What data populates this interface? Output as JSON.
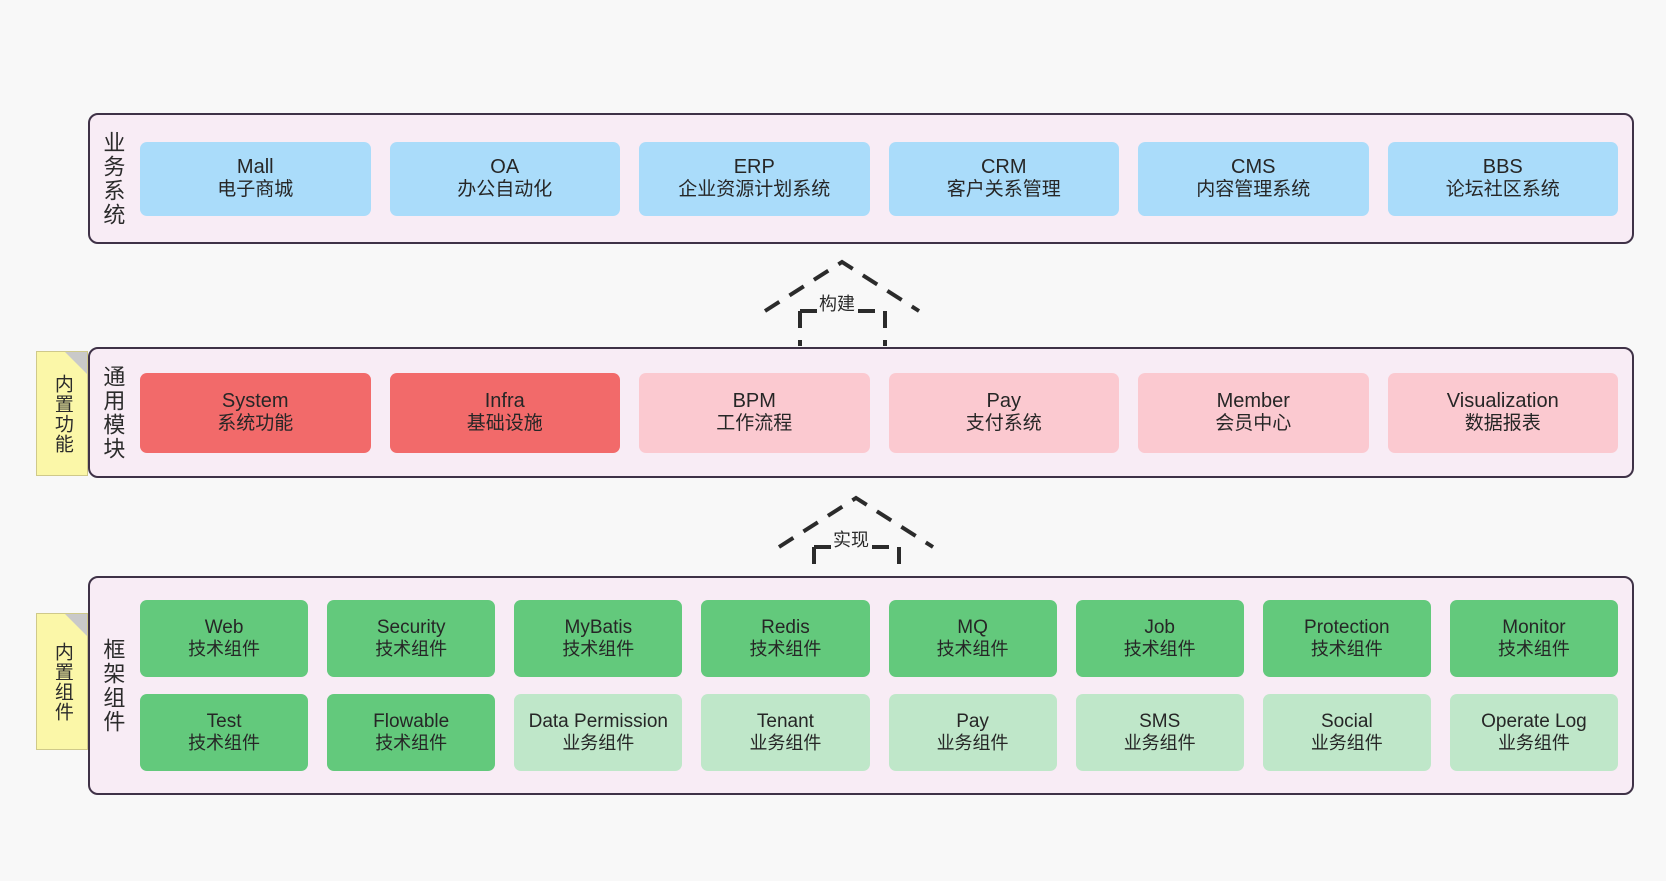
{
  "diagram": {
    "layers": [
      {
        "key": "business",
        "title": "业务系统",
        "rows": [
          [
            {
              "en": "Mall",
              "cn": "电子商城",
              "color": "blue"
            },
            {
              "en": "OA",
              "cn": "办公自动化",
              "color": "blue"
            },
            {
              "en": "ERP",
              "cn": "企业资源计划系统",
              "color": "blue"
            },
            {
              "en": "CRM",
              "cn": "客户关系管理",
              "color": "blue"
            },
            {
              "en": "CMS",
              "cn": "内容管理系统",
              "color": "blue"
            },
            {
              "en": "BBS",
              "cn": "论坛社区系统",
              "color": "blue"
            }
          ]
        ]
      },
      {
        "key": "common",
        "title": "通用模块",
        "note": "内置功能",
        "rows": [
          [
            {
              "en": "System",
              "cn": "系统功能",
              "color": "red"
            },
            {
              "en": "Infra",
              "cn": "基础设施",
              "color": "red"
            },
            {
              "en": "BPM",
              "cn": "工作流程",
              "color": "pink"
            },
            {
              "en": "Pay",
              "cn": "支付系统",
              "color": "pink"
            },
            {
              "en": "Member",
              "cn": "会员中心",
              "color": "pink"
            },
            {
              "en": "Visualization",
              "cn": "数据报表",
              "color": "pink"
            }
          ]
        ]
      },
      {
        "key": "framework",
        "title": "框架组件",
        "note": "内置组件",
        "rows": [
          [
            {
              "en": "Web",
              "cn": "技术组件",
              "color": "green"
            },
            {
              "en": "Security",
              "cn": "技术组件",
              "color": "green"
            },
            {
              "en": "MyBatis",
              "cn": "技术组件",
              "color": "green"
            },
            {
              "en": "Redis",
              "cn": "技术组件",
              "color": "green"
            },
            {
              "en": "MQ",
              "cn": "技术组件",
              "color": "green"
            },
            {
              "en": "Job",
              "cn": "技术组件",
              "color": "green"
            },
            {
              "en": "Protection",
              "cn": "技术组件",
              "color": "green"
            },
            {
              "en": "Monitor",
              "cn": "技术组件",
              "color": "green"
            }
          ],
          [
            {
              "en": "Test",
              "cn": "技术组件",
              "color": "green"
            },
            {
              "en": "Flowable",
              "cn": "技术组件",
              "color": "green"
            },
            {
              "en": "Data Permission",
              "cn": "业务组件",
              "color": "lightgreen"
            },
            {
              "en": "Tenant",
              "cn": "业务组件",
              "color": "lightgreen"
            },
            {
              "en": "Pay",
              "cn": "业务组件",
              "color": "lightgreen"
            },
            {
              "en": "SMS",
              "cn": "业务组件",
              "color": "lightgreen"
            },
            {
              "en": "Social",
              "cn": "业务组件",
              "color": "lightgreen"
            },
            {
              "en": "Operate Log",
              "cn": "业务组件",
              "color": "lightgreen"
            }
          ]
        ]
      }
    ],
    "connectors": [
      {
        "key": "build",
        "label": "构建"
      },
      {
        "key": "impl",
        "label": "实现"
      }
    ],
    "colors": {
      "panel_background": "#f8ecf5",
      "panel_border": "#3f3247",
      "blue": "#aadcfa",
      "red": "#f26a6a",
      "pink": "#fbc9d0",
      "green": "#63c97c",
      "lightgreen": "#bfe7c9",
      "note": "#fbf7a8",
      "canvas": "#f8f8f8"
    }
  }
}
